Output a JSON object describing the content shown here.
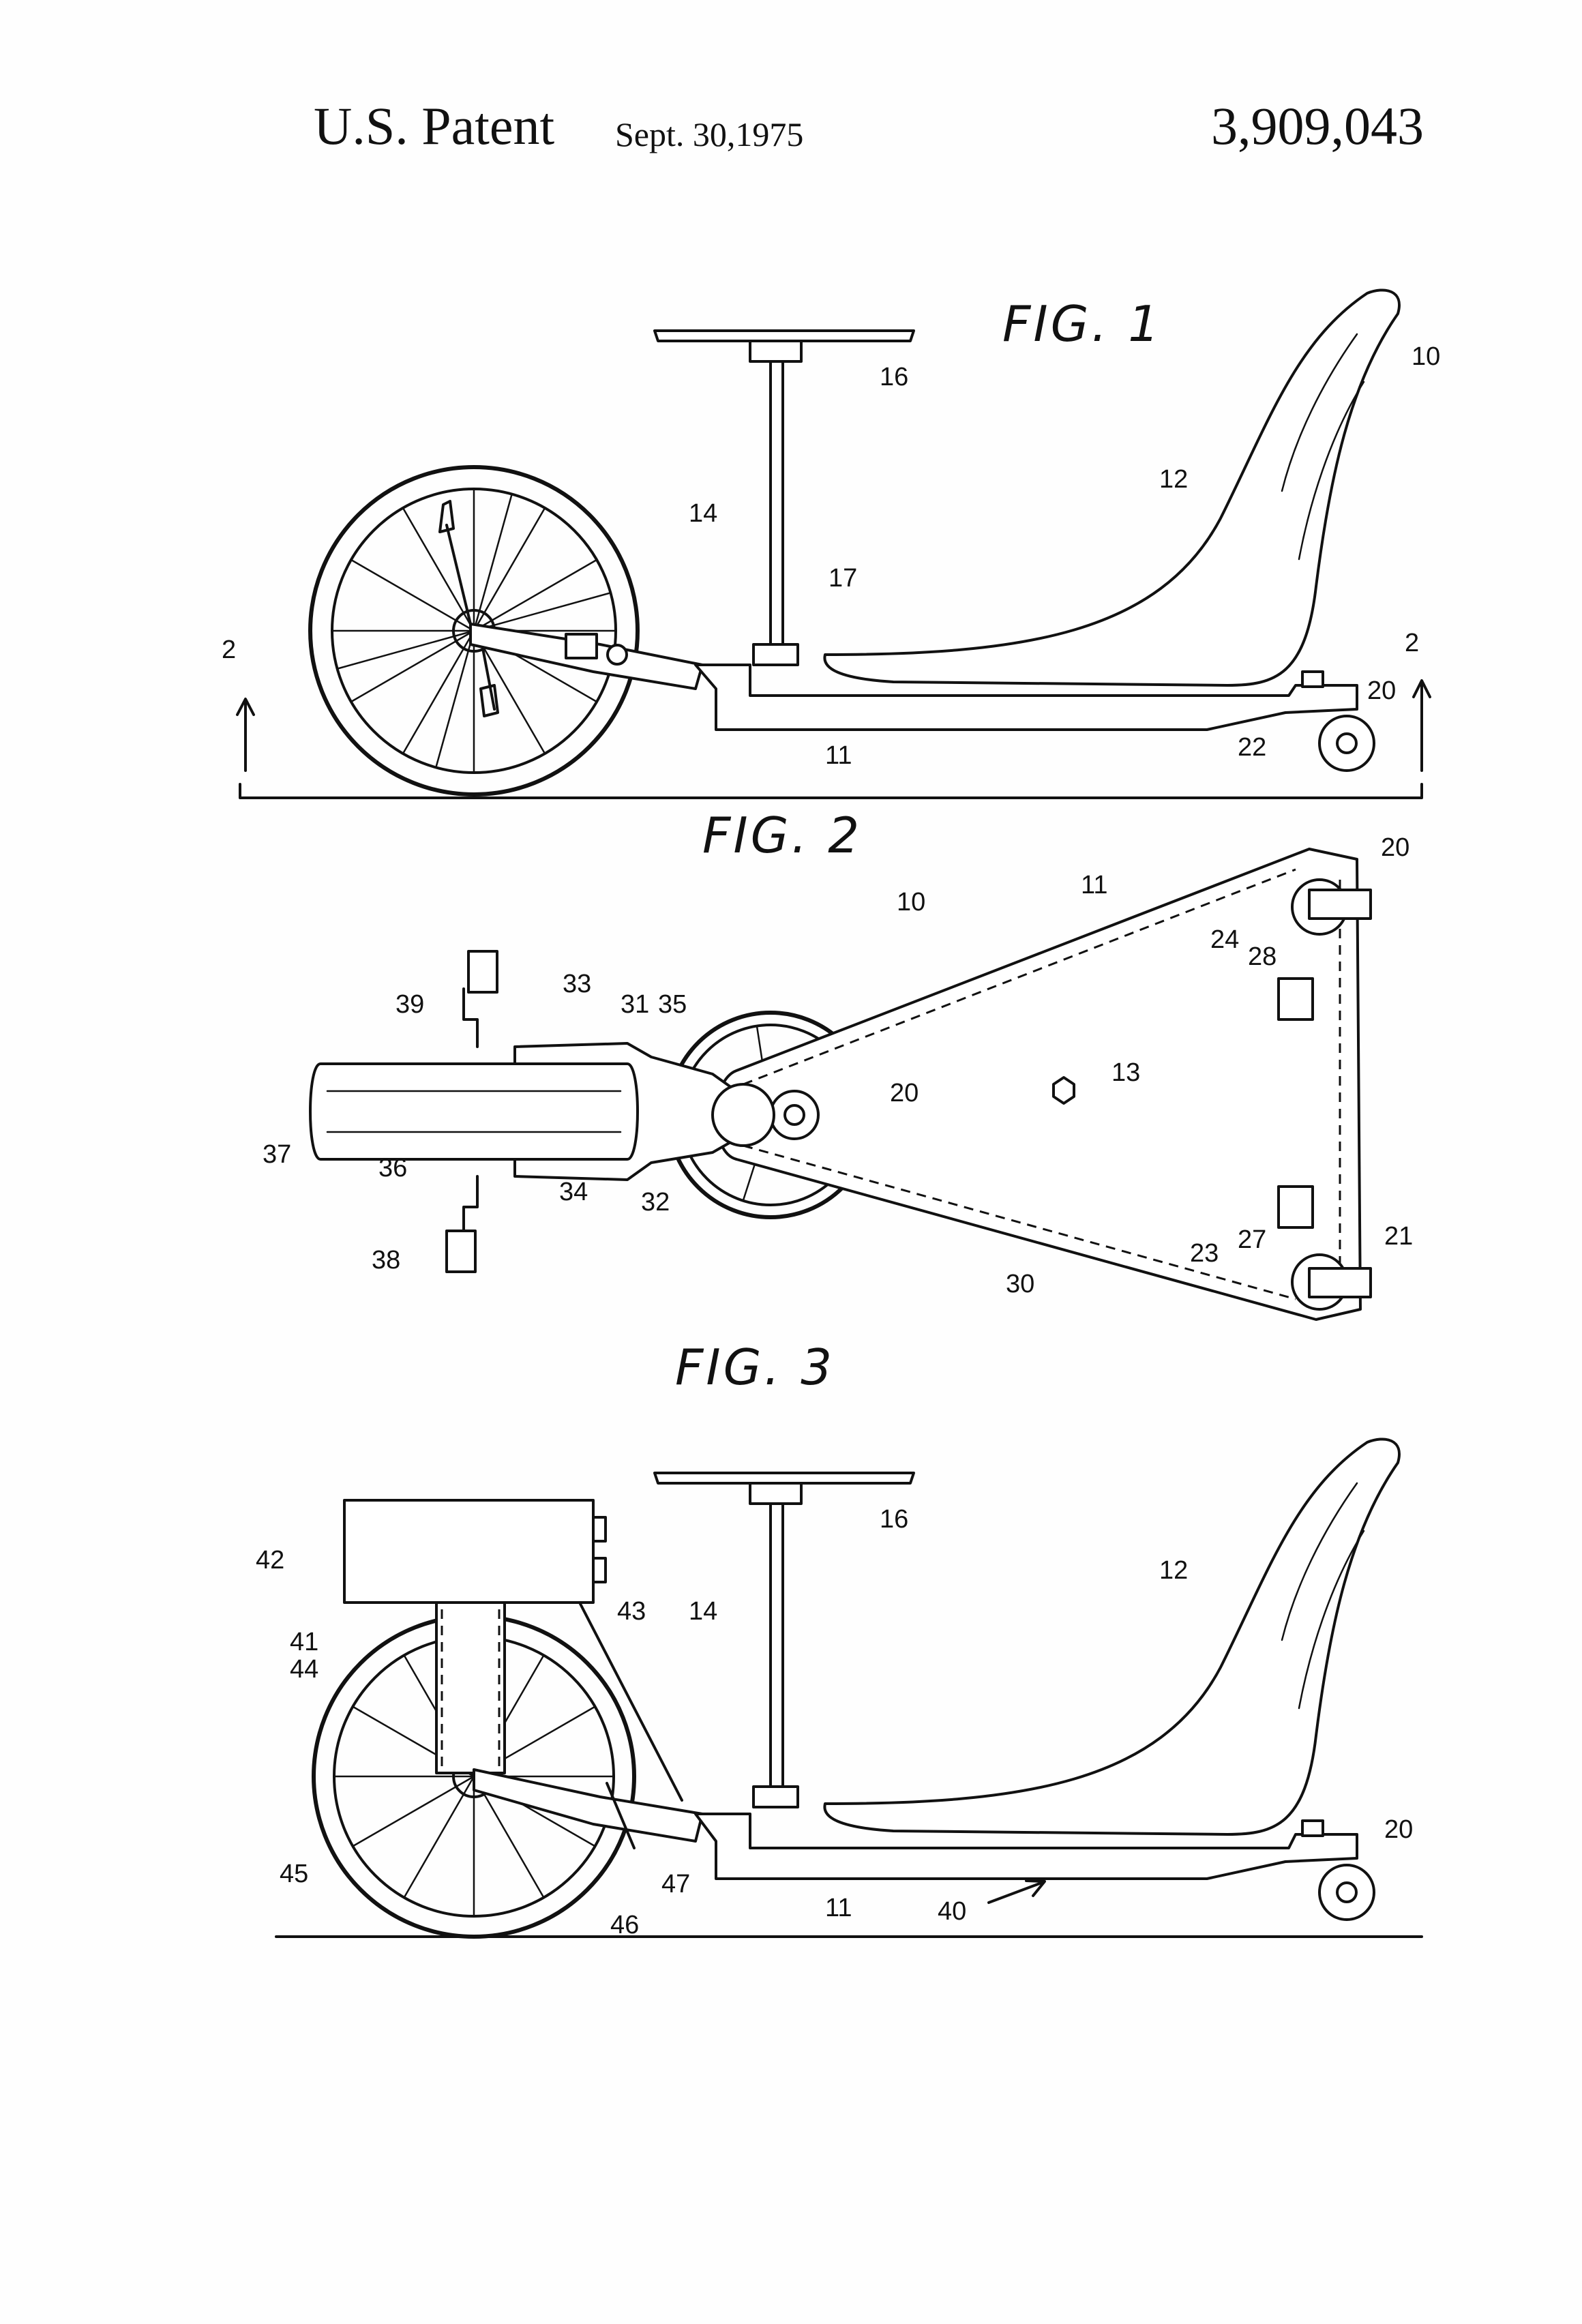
{
  "header": {
    "title": "U.S. Patent",
    "date": "Sept. 30,1975",
    "patent_number": "3,909,043"
  },
  "figures": {
    "fig1": {
      "caption": "FIG. 1",
      "section_marks": [
        "2",
        "2"
      ],
      "labels": [
        "16",
        "10",
        "12",
        "14",
        "17",
        "20",
        "22",
        "11"
      ]
    },
    "fig2": {
      "caption": "FIG. 2",
      "labels": [
        "20",
        "11",
        "10",
        "24",
        "28",
        "39",
        "33",
        "31",
        "35",
        "20",
        "13",
        "37",
        "36",
        "34",
        "32",
        "38",
        "30",
        "23",
        "27",
        "21"
      ]
    },
    "fig3": {
      "caption": "FIG. 3",
      "labels": [
        "16",
        "42",
        "12",
        "14",
        "43",
        "41",
        "44",
        "20",
        "45",
        "47",
        "11",
        "40",
        "46"
      ]
    }
  }
}
